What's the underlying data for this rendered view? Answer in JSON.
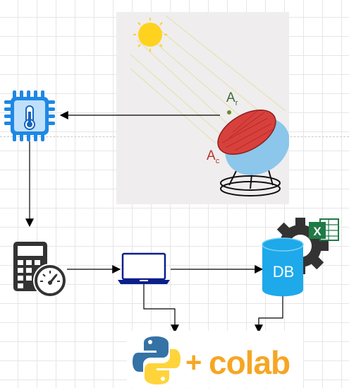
{
  "diagram": {
    "solar_panel": {
      "receiver_label_letter": "A",
      "receiver_label_sub": "r",
      "collector_label_letter": "A",
      "collector_label_sub": "c"
    },
    "nodes": [
      {
        "id": "temperature-sensor",
        "icon": "thermometer-chip-icon"
      },
      {
        "id": "data-logger",
        "icon": "calculator-gauge-icon"
      },
      {
        "id": "laptop",
        "icon": "laptop-icon"
      },
      {
        "id": "database",
        "icon": "database-excel-gear-icon",
        "text": "DB"
      },
      {
        "id": "python-colab",
        "icon": "python-logo-icon",
        "plus_text": "+",
        "text": "colab"
      }
    ],
    "edges": [
      [
        "solar-dish",
        "temperature-sensor"
      ],
      [
        "temperature-sensor",
        "data-logger"
      ],
      [
        "data-logger",
        "laptop"
      ],
      [
        "laptop",
        "database"
      ],
      [
        "laptop",
        "python-colab"
      ],
      [
        "database",
        "python-colab"
      ]
    ],
    "colors": {
      "chip_blue": "#1e88e5",
      "sun_yellow": "#ffd21f",
      "dish_red": "#d8403c",
      "dish_blue": "#8cc6ea",
      "db_blue": "#1ea9ea",
      "laptop_navy": "#0a1f8c",
      "excel_green": "#1f7a45",
      "colab_orange": "#f5a623",
      "python_blue": "#3572a5",
      "python_yellow": "#ffd43b"
    }
  }
}
